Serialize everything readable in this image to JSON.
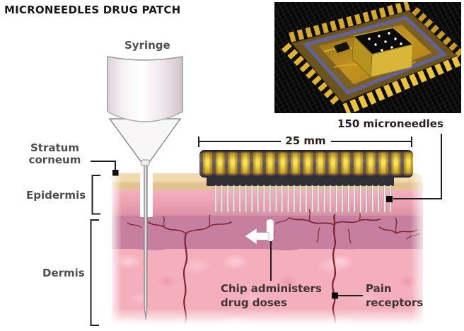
{
  "title": "MICRONEEDLES DRUG PATCH",
  "diagram": {
    "syringe_label": "Syringe",
    "stratum_corneum_label": [
      "Stratum",
      "corneum"
    ],
    "epidermis_label": "Epidermis",
    "dermis_label": "Dermis",
    "microneedles_label": "150 microneedles",
    "patch_width_label": "25 mm",
    "chip_label": [
      "Chip administers",
      "drug doses"
    ],
    "pain_label": [
      "Pain",
      "receptors"
    ]
  },
  "inset": {
    "alt": "photograph of gold microneedle chip package"
  },
  "colors": {
    "stratum_corneum": "#ecd2a2",
    "epidermis": "#eda3b3",
    "upper_dermis": "#c67f9e",
    "dermis": "#f4aebc",
    "patch_gold": "#f8dd48",
    "patch_base": "#313036",
    "nerve": "#7c2433",
    "callout": "#1f1f1f",
    "label_gray": "#4f4f4f"
  }
}
